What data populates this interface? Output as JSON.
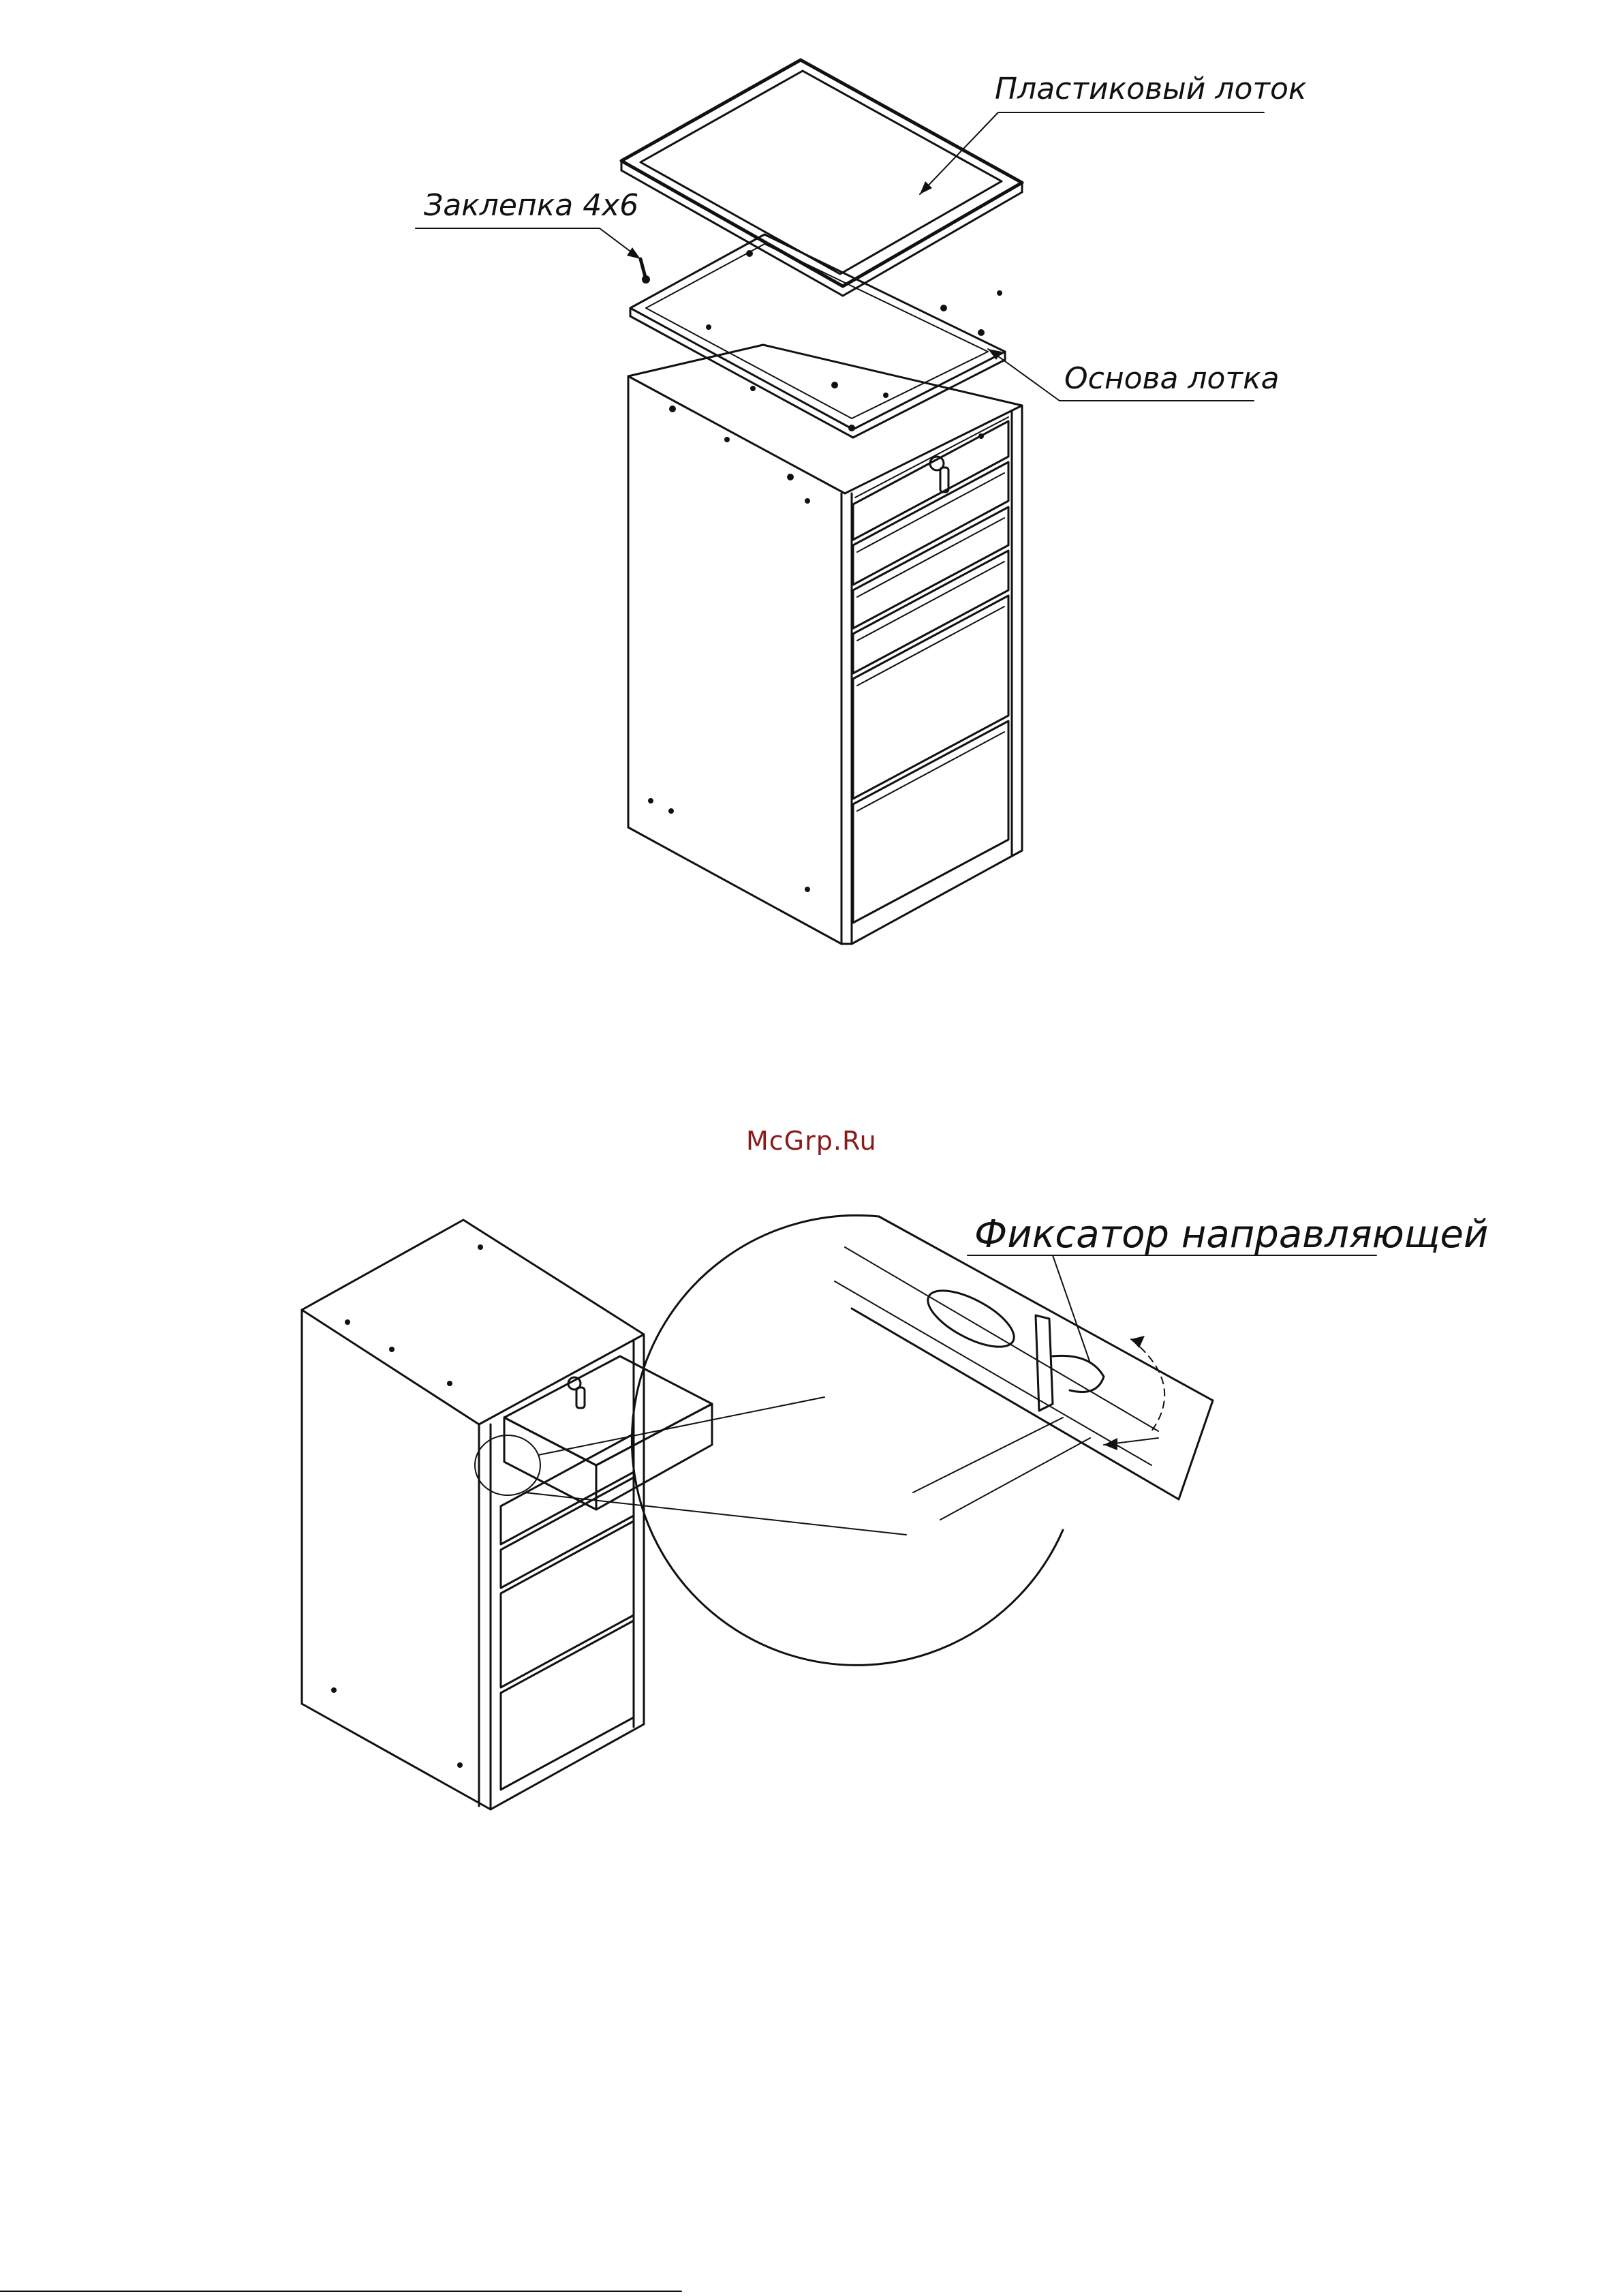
{
  "figure_top": {
    "callouts": {
      "plastic_tray": "Пластиковый лоток",
      "rivet": "Заклепка 4х6",
      "tray_base": "Основа лотка"
    }
  },
  "watermark": "McGrp.Ru",
  "figure_bottom": {
    "callouts": {
      "rail_lock": "Фиксатор направляющей"
    }
  }
}
